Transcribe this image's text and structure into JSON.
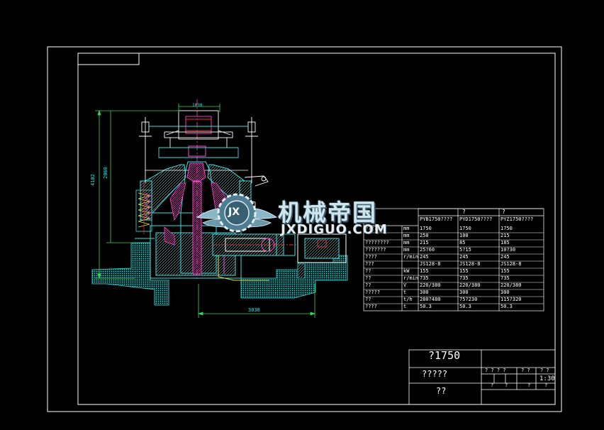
{
  "drawing": {
    "dimensions": {
      "top_width": "1030",
      "height_total": "4102",
      "height_inner": "2060",
      "base_width": "3038"
    },
    "table": {
      "headers": [
        "?",
        "?"
      ],
      "models": [
        "PYB1750????",
        "PYD1750????",
        "PYZ1750????"
      ],
      "rows": [
        {
          "label": "???????",
          "unit": "mm",
          "values": [
            "1750",
            "1750",
            "1750"
          ]
        },
        {
          "label": "",
          "unit": "mm",
          "values": [
            "250",
            "100",
            "215"
          ]
        },
        {
          "label": "????????",
          "unit": "mm",
          "values": [
            "215",
            "85",
            "185"
          ]
        },
        {
          "label": "???????",
          "unit": "mm",
          "values": [
            "25?60",
            "5?15",
            "10?30"
          ]
        },
        {
          "label": "????",
          "unit": "r/min",
          "values": [
            "245",
            "245",
            "245"
          ]
        },
        {
          "label": "???",
          "unit": "",
          "values": [
            "JS128-8",
            "JS128-8",
            "JS128-8"
          ]
        },
        {
          "label": "??",
          "unit": "kW",
          "values": [
            "155",
            "155",
            "155"
          ]
        },
        {
          "label": "??",
          "unit": "r/min",
          "values": [
            "735",
            "735",
            "735"
          ]
        },
        {
          "label": "??",
          "unit": "V",
          "values": [
            "220/380",
            "220/380",
            "220/380"
          ]
        },
        {
          "label": "?????",
          "unit": "t",
          "values": [
            "300",
            "300",
            "300"
          ]
        },
        {
          "label": "??",
          "unit": "t/h",
          "values": [
            "280?480",
            "75?230",
            "115?320"
          ]
        },
        {
          "label": "????",
          "unit": "t",
          "values": [
            "50.3",
            "50.3",
            "50.3"
          ]
        }
      ]
    },
    "title_block": {
      "drawing_title": "?1750",
      "drawing_subtitle": "?????",
      "sheet_label": "??",
      "cells_top": [
        "? ? ? ?",
        "? ?",
        "? ?"
      ],
      "scale": "1:30",
      "cells_bottom": [
        "?",
        "?",
        "?",
        "?"
      ]
    }
  },
  "watermark": {
    "name_cn": "机械帝国",
    "name_en": "JXDIGUO.COM",
    "emblem_letters": "JX"
  },
  "colors": {
    "background": "#000000",
    "frame": "#ffffff",
    "cyan": "#38e0e0",
    "green": "#37d65a",
    "magenta": "#ff44d0",
    "yellow": "#e8e04a",
    "red": "#e83030"
  }
}
